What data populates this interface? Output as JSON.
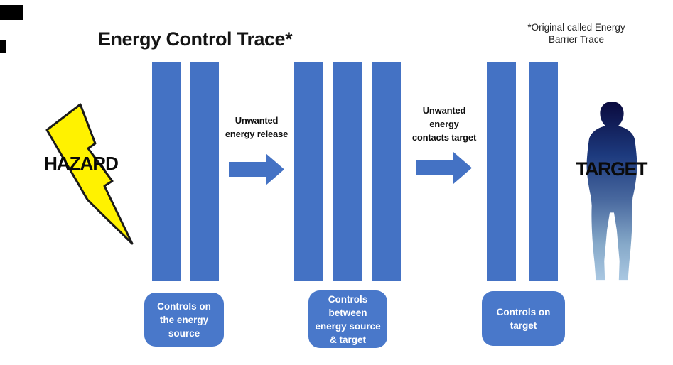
{
  "title": "Energy Control Trace*",
  "footnote": {
    "line1": "*Original called Energy",
    "line2": "Barrier Trace"
  },
  "hazard": {
    "label": "HAZARD"
  },
  "target": {
    "label": "TARGET"
  },
  "arrows": {
    "arrow1": {
      "lines": [
        "Unwanted",
        "energy release"
      ]
    },
    "arrow2": {
      "lines": [
        "Unwanted",
        "energy",
        "contacts target"
      ]
    }
  },
  "controls": {
    "box1": {
      "lines": [
        "Controls on",
        "the energy",
        "source"
      ]
    },
    "box2": {
      "lines": [
        "Controls",
        "between",
        "energy source",
        "& target"
      ]
    },
    "box3": {
      "lines": [
        "Controls on",
        "target"
      ]
    }
  },
  "barriers": {
    "group1_bar_count": 2,
    "group2_bar_count": 3,
    "group3_bar_count": 2
  },
  "colors": {
    "barrier_blue": "#4472C4",
    "arrow_blue": "#4472C4",
    "box_blue": "#4978CA",
    "box_text": "#FFFFFF",
    "bolt_yellow": "#FFF200",
    "bolt_outline": "#1A1A1A",
    "text_black": "#111111"
  }
}
